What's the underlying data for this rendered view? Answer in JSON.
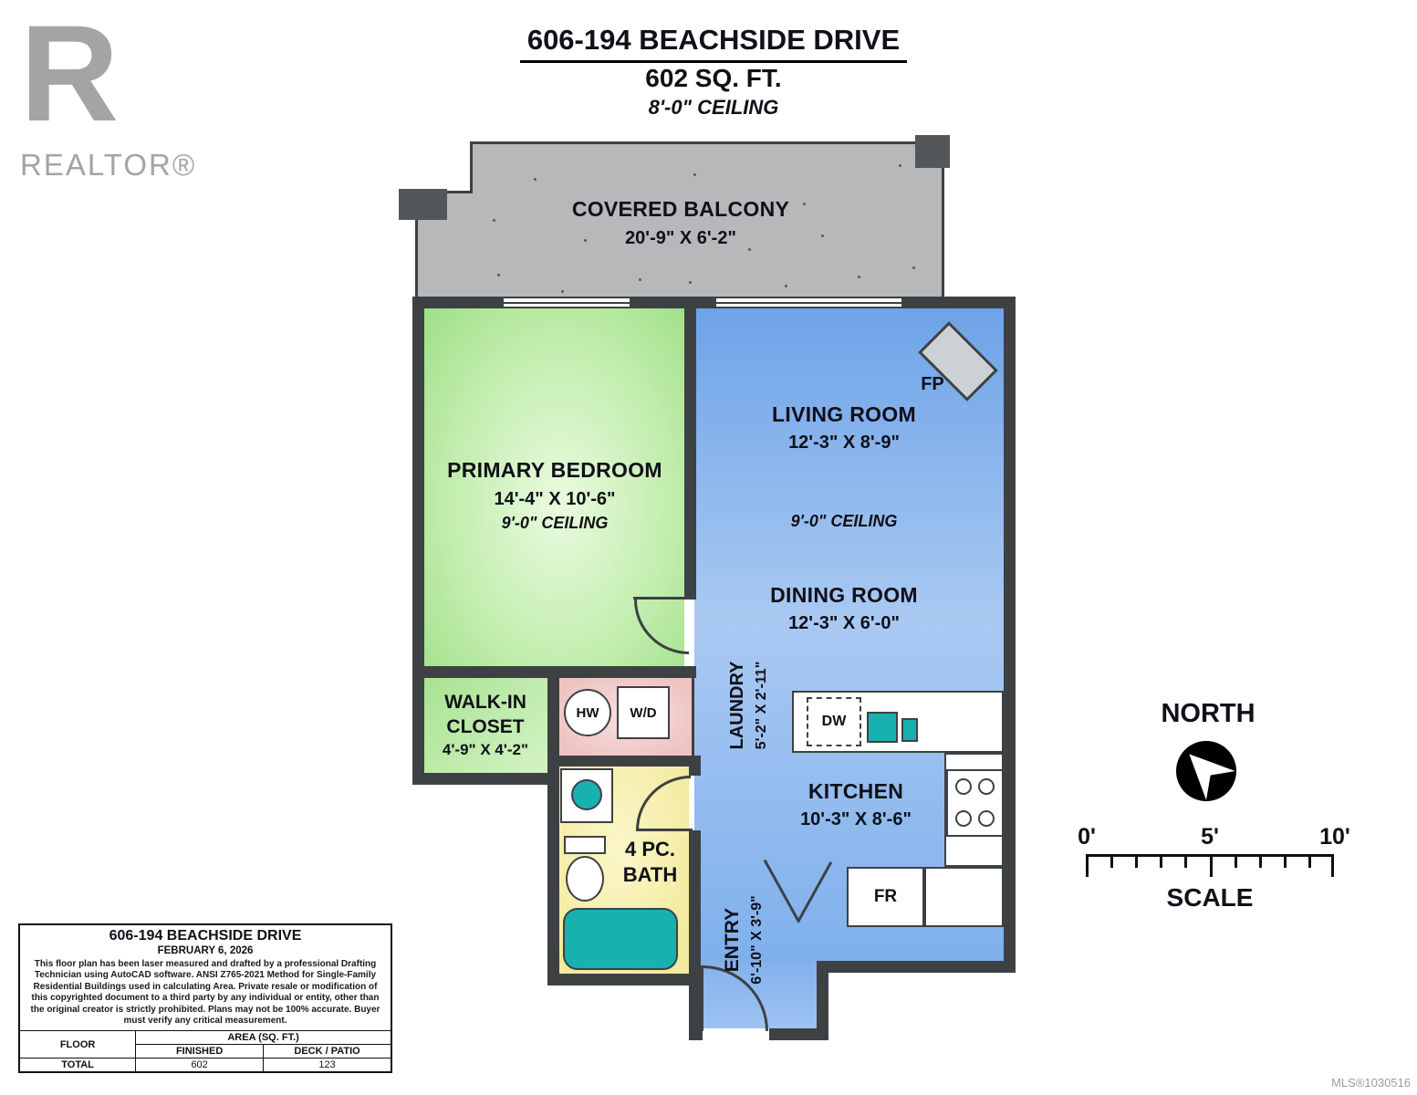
{
  "header": {
    "address": "606-194 BEACHSIDE DRIVE",
    "area": "602 SQ. FT.",
    "ceiling": "8'-0\" CEILING"
  },
  "logo": {
    "letter": "R",
    "brand": "REALTOR®"
  },
  "plan": {
    "balcony": {
      "name": "COVERED BALCONY",
      "dims": "20'-9\" X 6'-2\""
    },
    "bedroom": {
      "name": "PRIMARY BEDROOM",
      "dims": "14'-4\" X 10'-6\"",
      "ceiling": "9'-0\" CEILING"
    },
    "living": {
      "name": "LIVING ROOM",
      "dims": "12'-3\" X 8'-9\""
    },
    "main_ceiling": "9'-0\" CEILING",
    "dining": {
      "name": "DINING ROOM",
      "dims": "12'-3\" X 6'-0\""
    },
    "closet": {
      "line1": "WALK-IN",
      "line2": "CLOSET",
      "dims": "4'-9\" X 4'-2\""
    },
    "laundry": {
      "name": "LAUNDRY",
      "dims": "5'-2\" X 2'-11\""
    },
    "kitchen": {
      "name": "KITCHEN",
      "dims": "10'-3\" X 8'-6\""
    },
    "bath": {
      "line1": "4 PC.",
      "line2": "BATH"
    },
    "entry": {
      "name": "ENTRY",
      "dims": "6'-10\" X 3'-9\""
    },
    "fixtures": {
      "fp": "FP",
      "hw": "HW",
      "wd": "W/D",
      "dw": "DW",
      "fr": "FR"
    }
  },
  "compass": {
    "label": "NORTH"
  },
  "scale": {
    "zero": "0'",
    "five": "5'",
    "ten": "10'",
    "label": "SCALE"
  },
  "infobox": {
    "title": "606-194 BEACHSIDE DRIVE",
    "date": "FEBRUARY 6, 2026",
    "disclaimer": "This floor plan has been laser measured and drafted by a professional Drafting Technician using AutoCAD software. ANSI Z765-2021 Method for Single-Family Residential Buildings used in calculating Area. Private resale or modification of this copyrighted document to a third party by any individual or entity, other than the original creator is strictly prohibited. Plans may not be 100% accurate. Buyer must verify any critical measurement.",
    "table": {
      "floor": "FLOOR",
      "area": "AREA (SQ. FT.)",
      "finished": "FINISHED",
      "deck": "DECK / PATIO",
      "total": "TOTAL",
      "finished_value": "602",
      "deck_value": "123"
    }
  },
  "footer": {
    "mls": "MLS®1030516"
  }
}
